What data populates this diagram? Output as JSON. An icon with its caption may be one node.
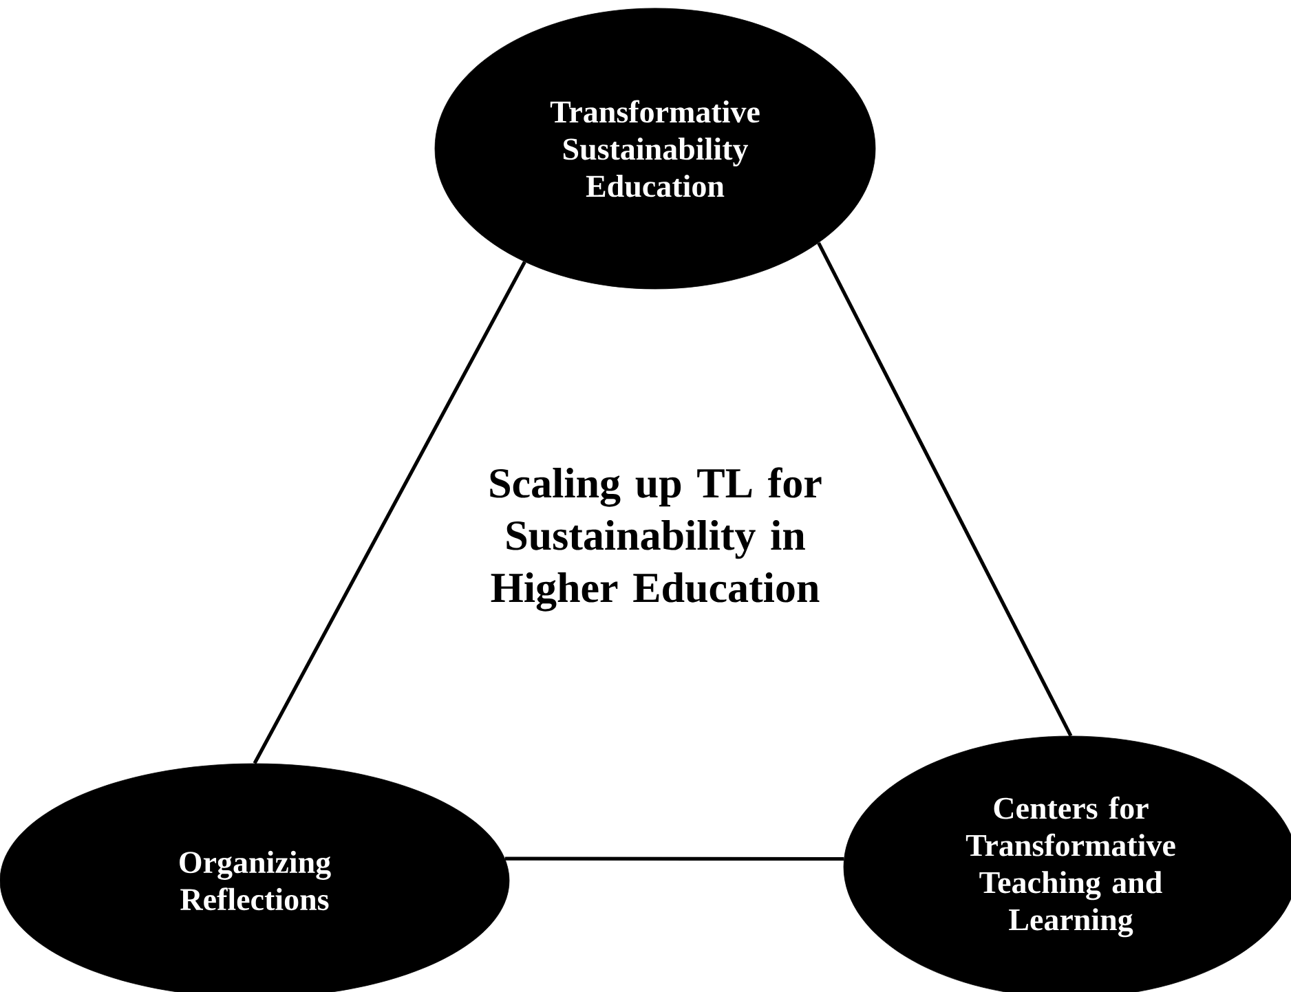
{
  "diagram": {
    "nodes": [
      {
        "text": [
          "Transformative Sustainability Education"
        ]
      },
      {
        "text": [
          "Organizing Reflections"
        ]
      },
      {
        "text": [
          "Centers for Transformative Teaching and Learning"
        ]
      }
    ],
    "edges": [
      {
        "from": 0,
        "to": 1,
        "arrow": "none"
      },
      {
        "from": 0,
        "to": 2,
        "arrow": "none"
      },
      {
        "from": 1,
        "to": 2,
        "arrow": "none"
      }
    ],
    "labels": [
      "Scaling up TL for Sustainability in Higher Education"
    ]
  }
}
